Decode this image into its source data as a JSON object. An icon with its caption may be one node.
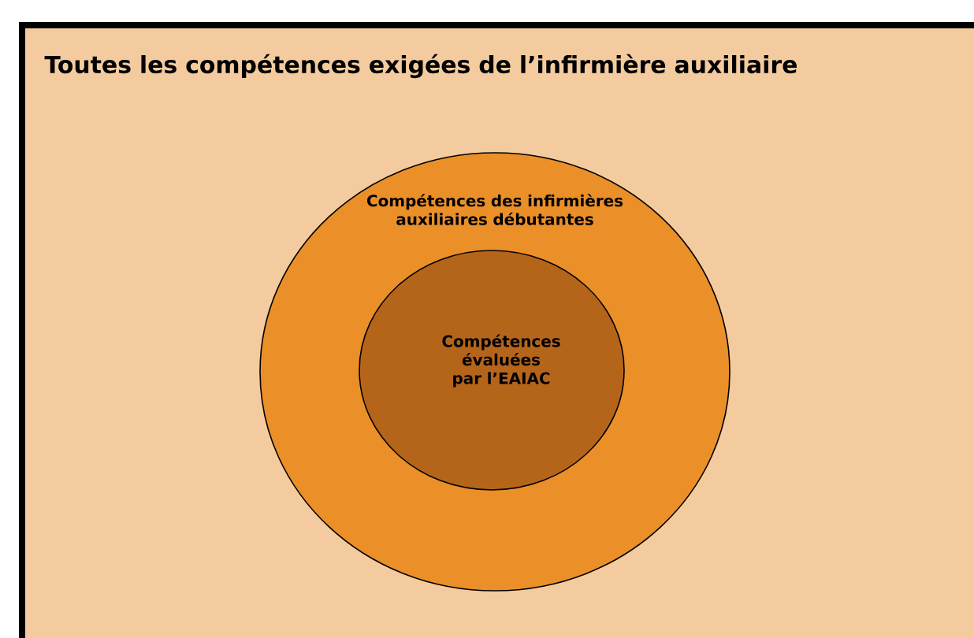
{
  "diagram": {
    "nodes": [
      {
        "text": [
          "Toutes les compétences exigées de l’infirmière auxiliaire"
        ]
      },
      {
        "text": [
          "Compétences des infirmières auxiliaires débutantes"
        ],
        "in": 0
      },
      {
        "text": [
          "Compétences évaluées par l’EAIAC"
        ],
        "in": 1
      }
    ]
  }
}
